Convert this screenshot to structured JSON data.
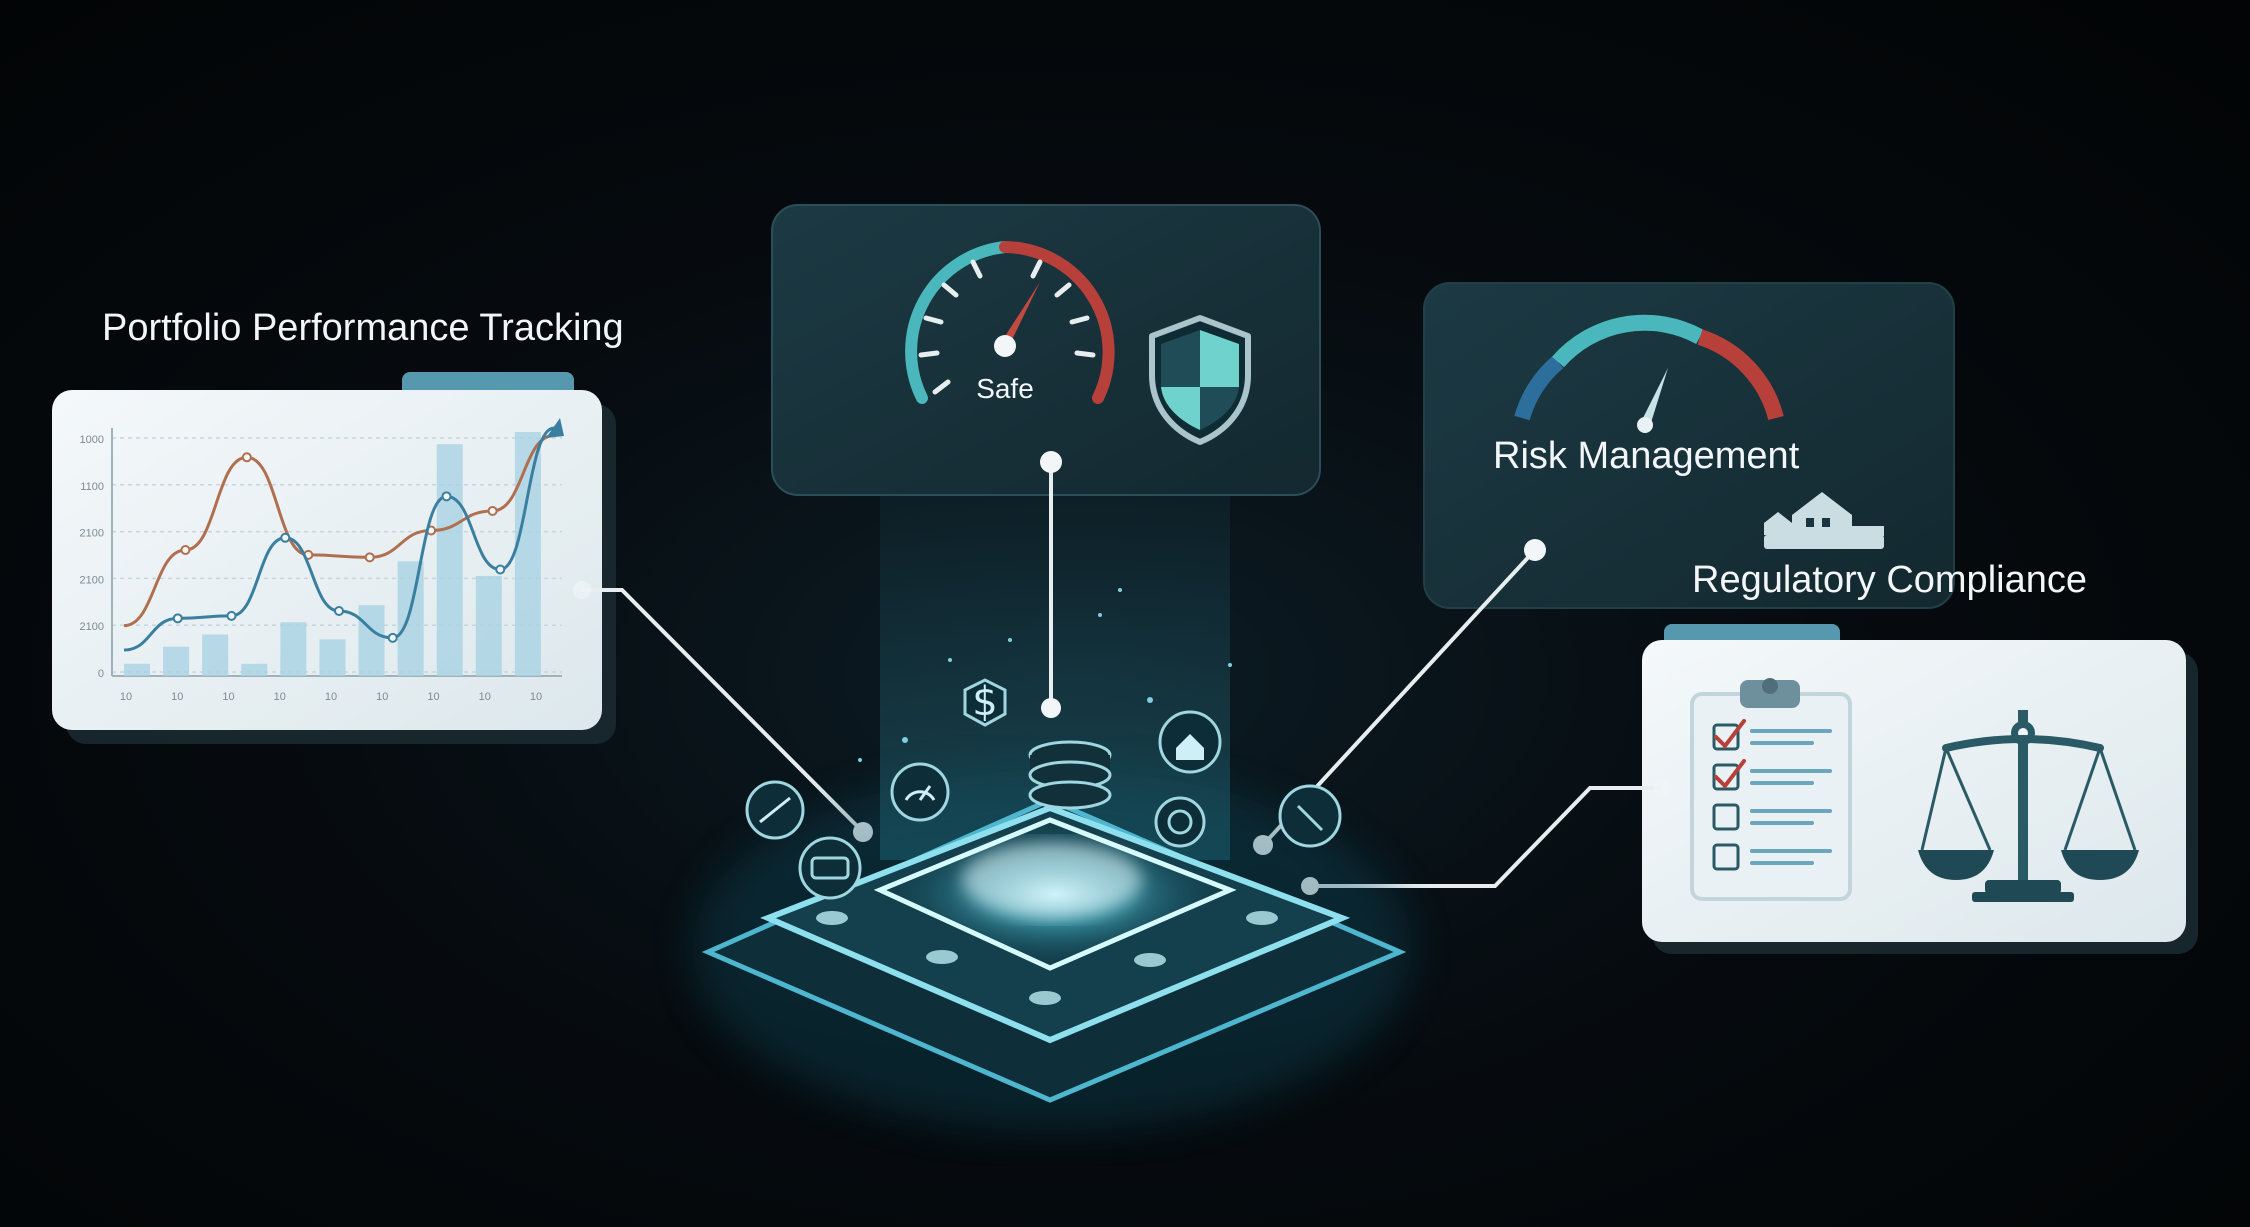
{
  "sections": {
    "portfolio": {
      "title": "Portfolio Performance Tracking"
    },
    "safety": {
      "gauge_label": "Safe"
    },
    "risk": {
      "title": "Risk Management"
    },
    "regulatory": {
      "title": "Regulatory Compliance"
    }
  },
  "portfolio_chart": {
    "y_ticks": [
      "1000",
      "1100",
      "2100",
      "2100",
      "2100",
      "0"
    ],
    "x_ticks": [
      "10",
      "10",
      "10",
      "10",
      "10",
      "10",
      "10",
      "10",
      "10"
    ],
    "bars": [
      0.05,
      0.12,
      0.17,
      0.05,
      0.22,
      0.15,
      0.29,
      0.47,
      0.95,
      0.41,
      1.0
    ],
    "orange_line": [
      0.19,
      0.5,
      0.88,
      0.48,
      0.47,
      0.58,
      0.66,
      0.97
    ],
    "blue_line": [
      0.09,
      0.22,
      0.23,
      0.55,
      0.25,
      0.14,
      0.72,
      0.42,
      1.0
    ]
  },
  "checklist": [
    true,
    true,
    false,
    false
  ],
  "icons": [
    "speedometer-icon",
    "shield-icon",
    "house-icon",
    "clipboard-icon",
    "scale-icon",
    "dollar-icon",
    "database-icon"
  ],
  "colors": {
    "accent_teal": "#4ab7bd",
    "risk_red": "#b8403a",
    "risk_blue": "#2c6f9c",
    "chart_blue": "#3a7fa0",
    "chart_orange": "#b07050"
  }
}
